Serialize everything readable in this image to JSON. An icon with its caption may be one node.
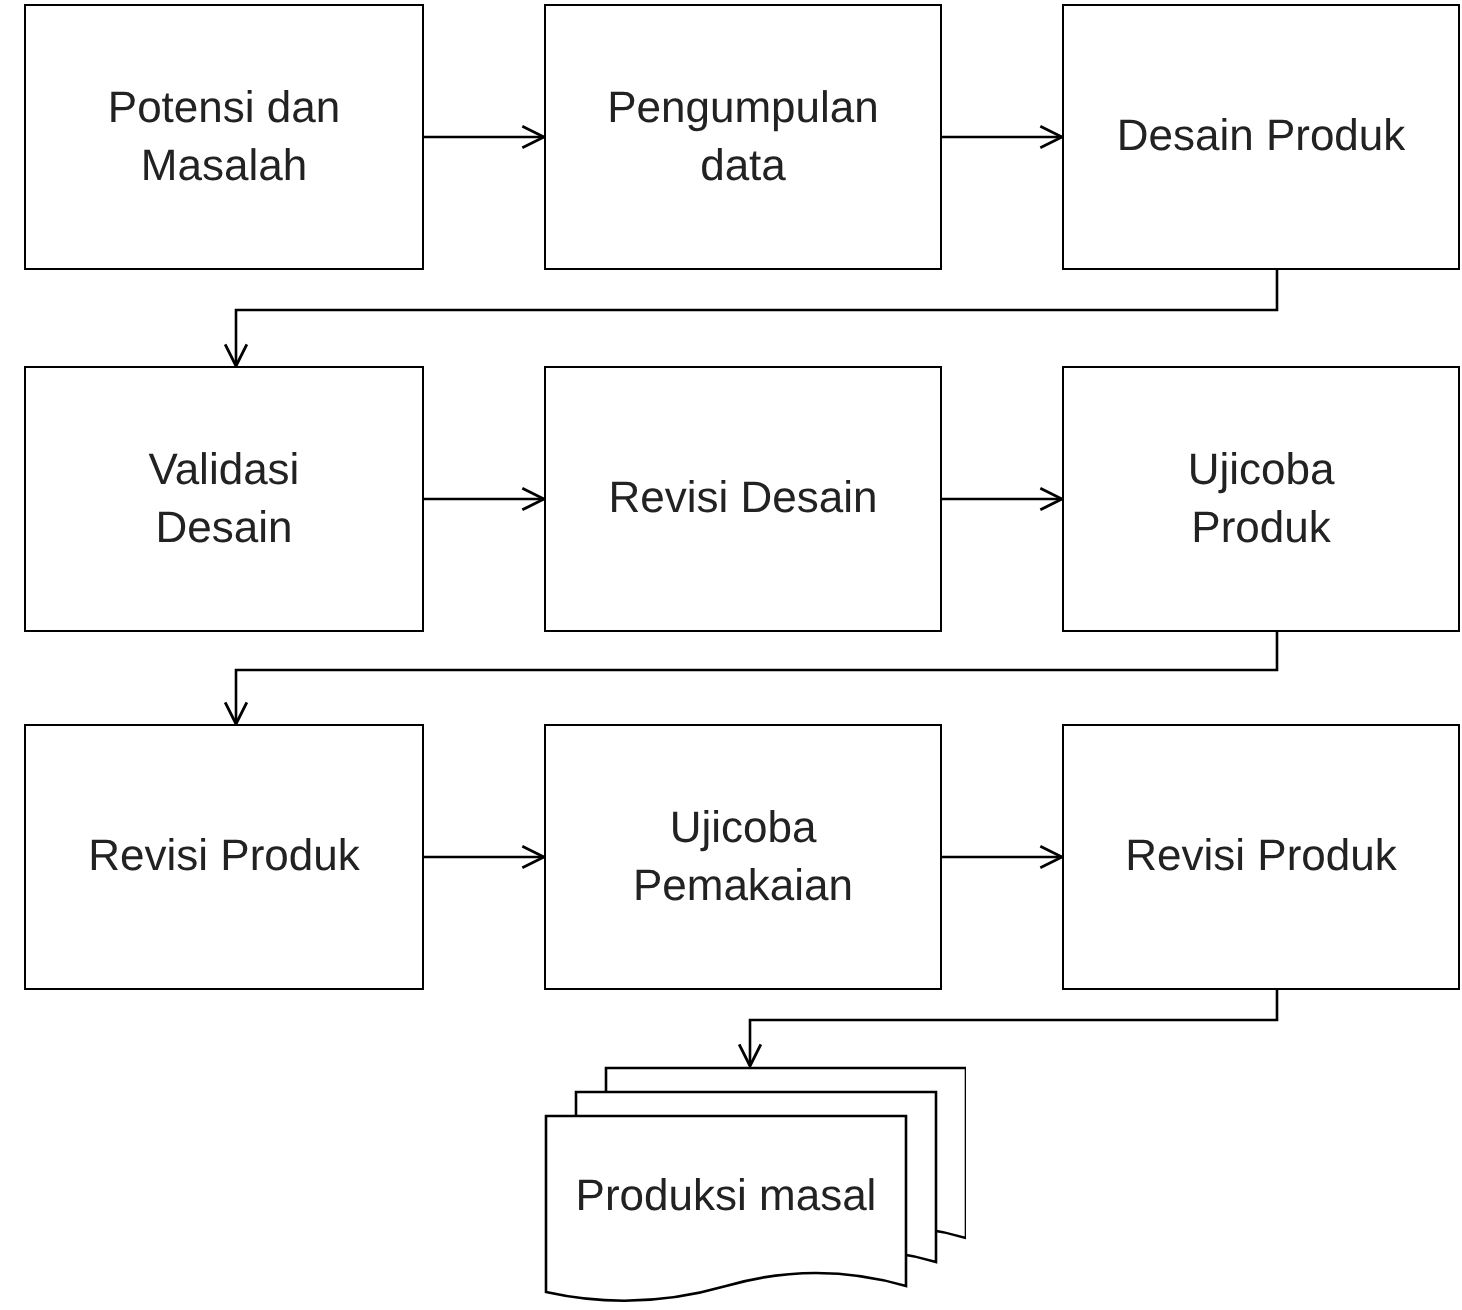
{
  "diagram": {
    "nodes": [
      {
        "text": [
          "Potensi dan Masalah"
        ]
      },
      {
        "text": [
          "Pengumpulan data"
        ]
      },
      {
        "text": [
          "Desain Produk"
        ]
      },
      {
        "text": [
          "Validasi Desain"
        ]
      },
      {
        "text": [
          "Revisi Desain"
        ]
      },
      {
        "text": [
          "Ujicoba Produk"
        ]
      },
      {
        "text": [
          "Revisi Produk"
        ]
      },
      {
        "text": [
          "Ujicoba Pemakaian"
        ]
      },
      {
        "text": [
          "Revisi Produk"
        ]
      },
      {
        "text": [
          "Produksi masal"
        ]
      }
    ],
    "edges": [
      {
        "from": 0,
        "to": 1,
        "arrow": "to"
      },
      {
        "from": 1,
        "to": 2,
        "arrow": "to"
      },
      {
        "from": 2,
        "to": 3,
        "arrow": "to"
      },
      {
        "from": 3,
        "to": 4,
        "arrow": "to"
      },
      {
        "from": 4,
        "to": 5,
        "arrow": "to"
      },
      {
        "from": 5,
        "to": 6,
        "arrow": "to"
      },
      {
        "from": 6,
        "to": 7,
        "arrow": "to"
      },
      {
        "from": 7,
        "to": 8,
        "arrow": "to"
      },
      {
        "from": 8,
        "to": 9,
        "arrow": "to"
      }
    ]
  }
}
